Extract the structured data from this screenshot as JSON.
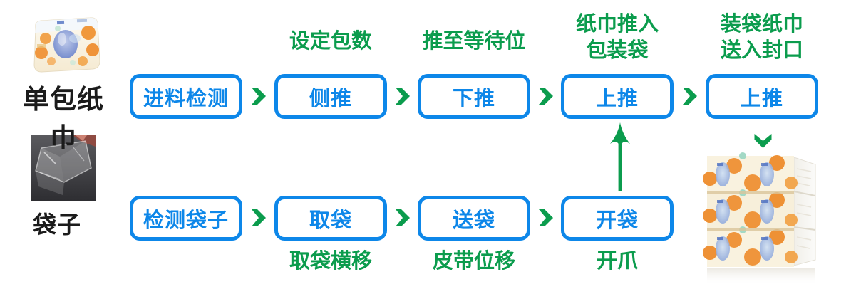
{
  "colors": {
    "box_blue": "#0d87e9",
    "arrow_green": "#0b9c4d",
    "label_black": "#1b1b1b"
  },
  "top_flow": {
    "source_label": "单包纸巾",
    "source_image_icon": "tissue-pack-photo",
    "steps": [
      {
        "label": "进料检测",
        "note": ""
      },
      {
        "label": "侧推",
        "note": "设定包数"
      },
      {
        "label": "下推",
        "note": "推至等待位"
      },
      {
        "label": "上推",
        "note": "纸巾推入\n包装袋"
      },
      {
        "label": "上推",
        "note": "装袋纸巾\n送入封口"
      }
    ]
  },
  "bottom_flow": {
    "source_label": "袋子",
    "source_image_icon": "plastic-bag-photo",
    "result_image_icon": "bagged-tissue-bundle-photo",
    "steps": [
      {
        "label": "检测袋子",
        "note": ""
      },
      {
        "label": "取袋",
        "note": "取袋横移"
      },
      {
        "label": "送袋",
        "note": "皮带位移"
      },
      {
        "label": "开袋",
        "note": "开爪"
      }
    ]
  }
}
